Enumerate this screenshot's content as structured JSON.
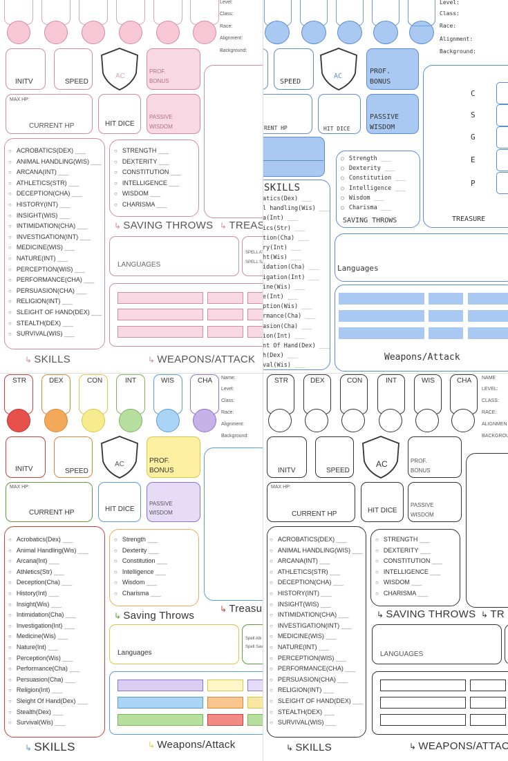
{
  "colors": {
    "pink": "#d9a6bb",
    "pinkfill": "#f8d9e3",
    "pinkcirc": "#f7c7d6",
    "blue": "#6f9ed9",
    "bluefill": "#a9c8f2",
    "bluebar": "#a9c8f2",
    "black": "#333333",
    "str": "#e8504c",
    "dex": "#f3a85a",
    "con": "#f6ec8f",
    "int": "#b7df9f",
    "wis": "#a9d4f5",
    "cha": "#c5b3e8",
    "bonusYellow": "#fdf0a0",
    "passivePurple": "#e6dcf7"
  },
  "abilities": [
    "STR",
    "DEX",
    "CON",
    "INT",
    "WIS",
    "CHA"
  ],
  "sheets": {
    "pink": {
      "info": [
        "Level:",
        "Class:",
        "Race:",
        "Alignment:",
        "Background:"
      ],
      "initv": "INITV",
      "speed": "SPEED",
      "ac": "AC",
      "prof": "PROF.",
      "bonus": "BONUS",
      "maxhp": "MAX HP:",
      "current_hp": "CURRENT HP",
      "hit_dice": "HIT DICE",
      "passive": "PASSIVE",
      "wisdom": "WISDOM",
      "skills": [
        "ACROBATICS(DEX)",
        "ANIMAL HANDLING(WIS)",
        "ARCANA(INT)",
        "ATHLETICS(STR)",
        "DECEPTION(CHA)",
        "HISTORY(INT)",
        "INSIGHT(WIS)",
        "INTIMIDATION(CHA)",
        "INVESTIGATION(INT)",
        "MEDICINE(WIS)",
        "NATURE(INT)",
        "PERCEPTION(WIS)",
        "PERFORMANCE(CHA)",
        "PERSUASION(CHA)",
        "RELIGION(INT)",
        "SLEIGHT OF HAND(DEX)",
        "STEALTH(DEX)",
        "SURVIVAL(WIS)"
      ],
      "saves": [
        "STRENGTH",
        "DEXTERITY",
        "CONSTITUTION",
        "INTELLIGENCE",
        "WISDOM",
        "CHARISMA"
      ],
      "saving_throws": "SAVING THROWS",
      "treasure": "TREASURE",
      "languages": "LANGUAGES",
      "spell_atk": "SPELL ATK",
      "spell_save": "SPELL SAVE",
      "skills_title": "SKILLS",
      "weapons": "WEAPONS/ATTACK"
    },
    "blue": {
      "info": [
        "Level:",
        "Class:",
        "Race:",
        "Alignment:",
        "Background:"
      ],
      "speed": "SPEED",
      "ac": "AC",
      "prof": "PROF.",
      "bonus": "BONUS",
      "current_hp": "RENT HP",
      "hit_dice": "HIT DICE",
      "passive": "PASSIVE",
      "wisdom": "WISDOM",
      "coins": [
        "C",
        "S",
        "G",
        "E",
        "P"
      ],
      "skills_title": "SKILLS",
      "skills": [
        "atics(Dex)",
        "l handling(Wis)",
        "a(Int)",
        "ics(Str)",
        "tion(Cha)",
        "ry(Int)",
        "ht(Wis)",
        "idation(Cha)",
        "igation(Int)",
        "ine(Wis)",
        "e(Int)",
        "ption(Wis)",
        "rmance(Cha)",
        "asion(Cha)",
        "ion(Int)",
        "nt Of Hand(Dex)",
        "h(Dex)",
        "val(Wis)"
      ],
      "saves": [
        "Strength",
        "Dexterity",
        "Constitution",
        "Intelligence",
        "Wisdom",
        "Charisma"
      ],
      "saving_throws": "SAVING THROWS",
      "treasure": "TREASURE",
      "languages": "Languages",
      "weapons": "Weapons/Attack"
    },
    "color": {
      "info": [
        "Name:",
        "Level:",
        "Class:",
        "Race:",
        "Alignment:",
        "Background:"
      ],
      "initv": "INITV",
      "speed": "SPEED",
      "ac": "AC",
      "prof": "PROF.",
      "bonus": "BONUS",
      "maxhp": "MAX HP:",
      "current_hp": "CURRENT HP",
      "hit_dice": "HIT DICE",
      "passive": "PASSIVE",
      "wisdom": "WISDOM",
      "skills": [
        "Acrobatics(Dex)",
        "Animal Handling(Wis)",
        "Arcana(Int)",
        "Athletics(Str)",
        "Deception(Cha)",
        "History(Int)",
        "Insight(Wis)",
        "Intimidation(Cha)",
        "Investigation(Int)",
        "Medicine(Wis)",
        "Nature(Int)",
        "Perception(Wis)",
        "Performance(Cha)",
        "Persuasion(Cha)",
        "Religion(Int)",
        "Sleight Of Hand(Dex)",
        "Stealth(Dex)",
        "Survival(Wis)"
      ],
      "saves": [
        "Strength",
        "Dexterity",
        "Constitution",
        "Intelligence",
        "Wisdom",
        "Charisma"
      ],
      "saving_throws": "Saving Throws",
      "treasure": "Treasu",
      "languages": "Languages",
      "spell_atk": "Spell Atk",
      "spell_save": "Spell Save",
      "skills_title": "SKILLS",
      "weapons": "Weapons/Attack"
    },
    "black": {
      "info": [
        "NAME",
        "LEVEL:",
        "CLASS:",
        "RACE:",
        "ALIGNMEN",
        "BACKGROUN"
      ],
      "initv": "INITV",
      "speed": "SPEED",
      "ac": "AC",
      "prof": "PROF.",
      "bonus": "BONUS",
      "maxhp": "MAX HP:",
      "current_hp": "CURRENT HP",
      "hit_dice": "HIT DICE",
      "passive": "PASSIVE",
      "wisdom": "WISDOM",
      "skills": [
        "ACROBATICS(DEX)",
        "ANIMAL HANDLING(WIS)",
        "ARCANA(INT)",
        "ATHLETICS(STR)",
        "DECEPTION(CHA)",
        "HISTORY(INT)",
        "INSIGHT(WIS)",
        "INTIMIDATION(CHA)",
        "INVESTIGATION(INT)",
        "MEDICINE(WIS)",
        "NATURE(INT)",
        "PERCEPTION(WIS)",
        "PERFORMANCE(CHA)",
        "PERSUASION(CHA)",
        "RELIGION(INT)",
        "SLEIGHT OF HAND(DEX)",
        "STEALTH(DEX)",
        "SURVIVAL(WIS)"
      ],
      "saves": [
        "STRENGTH",
        "DEXTERITY",
        "CONSTITUTION",
        "INTELLIGENCE",
        "WISDOM",
        "CHARISMA"
      ],
      "saving_throws": "SAVING THROWS",
      "treasure": "TR",
      "languages": "LANGUAGES",
      "skills_title": "SKILLS",
      "weapons": "WEAPONS/ATTACK"
    }
  }
}
